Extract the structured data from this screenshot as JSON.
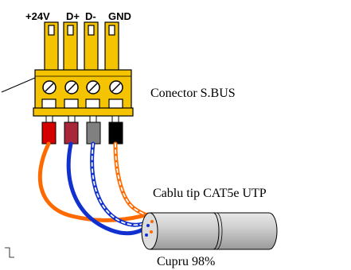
{
  "pins": [
    "+24V",
    "D+",
    "D-",
    "GND"
  ],
  "connector_label": "Conector S.BUS",
  "cable_label": "Cablu tip CAT5e UTP",
  "copper_label": "Cupru 98%",
  "colors": {
    "connector_yellow": "#f5c400",
    "outline": "#000000",
    "wire_red": "#d40000",
    "wire_darkred": "#a8283a",
    "wire_gray": "#808080",
    "wire_black": "#000000",
    "cable_orange": "#ff6a00",
    "cable_blue": "#1030d0",
    "cable_gray": "#bdbdbd"
  }
}
